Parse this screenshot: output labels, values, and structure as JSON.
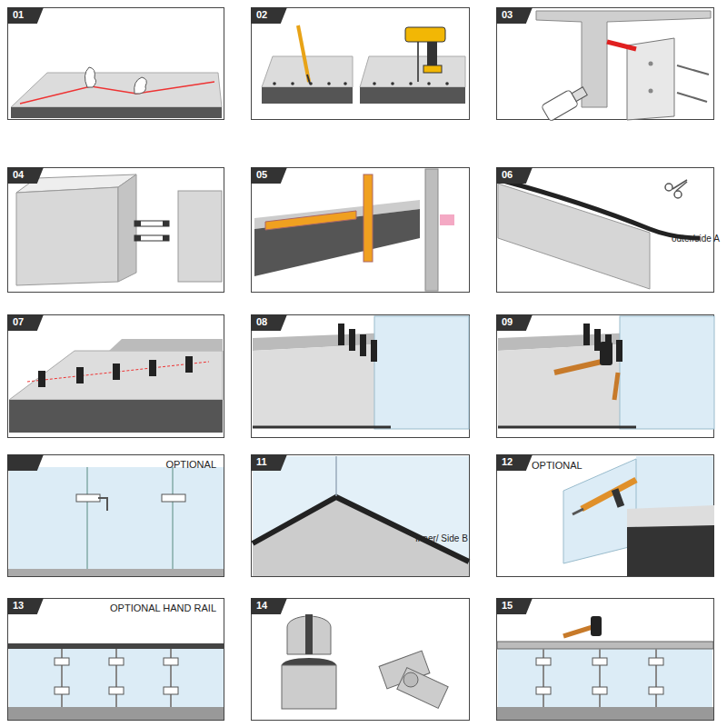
{
  "diagram": {
    "nodes": [
      {
        "text": [
          "01"
        ]
      },
      {
        "text": [
          "02"
        ]
      },
      {
        "text": [
          "03"
        ]
      },
      {
        "text": [
          "04"
        ]
      },
      {
        "text": [
          "05"
        ]
      },
      {
        "text": [
          "06",
          "outer/side A"
        ]
      },
      {
        "text": [
          "07"
        ]
      },
      {
        "text": [
          "08"
        ]
      },
      {
        "text": [
          "09"
        ]
      },
      {
        "text": [
          "OPTIONAL"
        ]
      },
      {
        "text": [
          "11",
          "Inner/ Side B"
        ]
      },
      {
        "text": [
          "12",
          "OPTIONAL"
        ]
      },
      {
        "text": [
          "13",
          "OPTIONAL HAND RAIL"
        ]
      },
      {
        "text": [
          "14"
        ]
      },
      {
        "text": [
          "15"
        ]
      }
    ]
  }
}
